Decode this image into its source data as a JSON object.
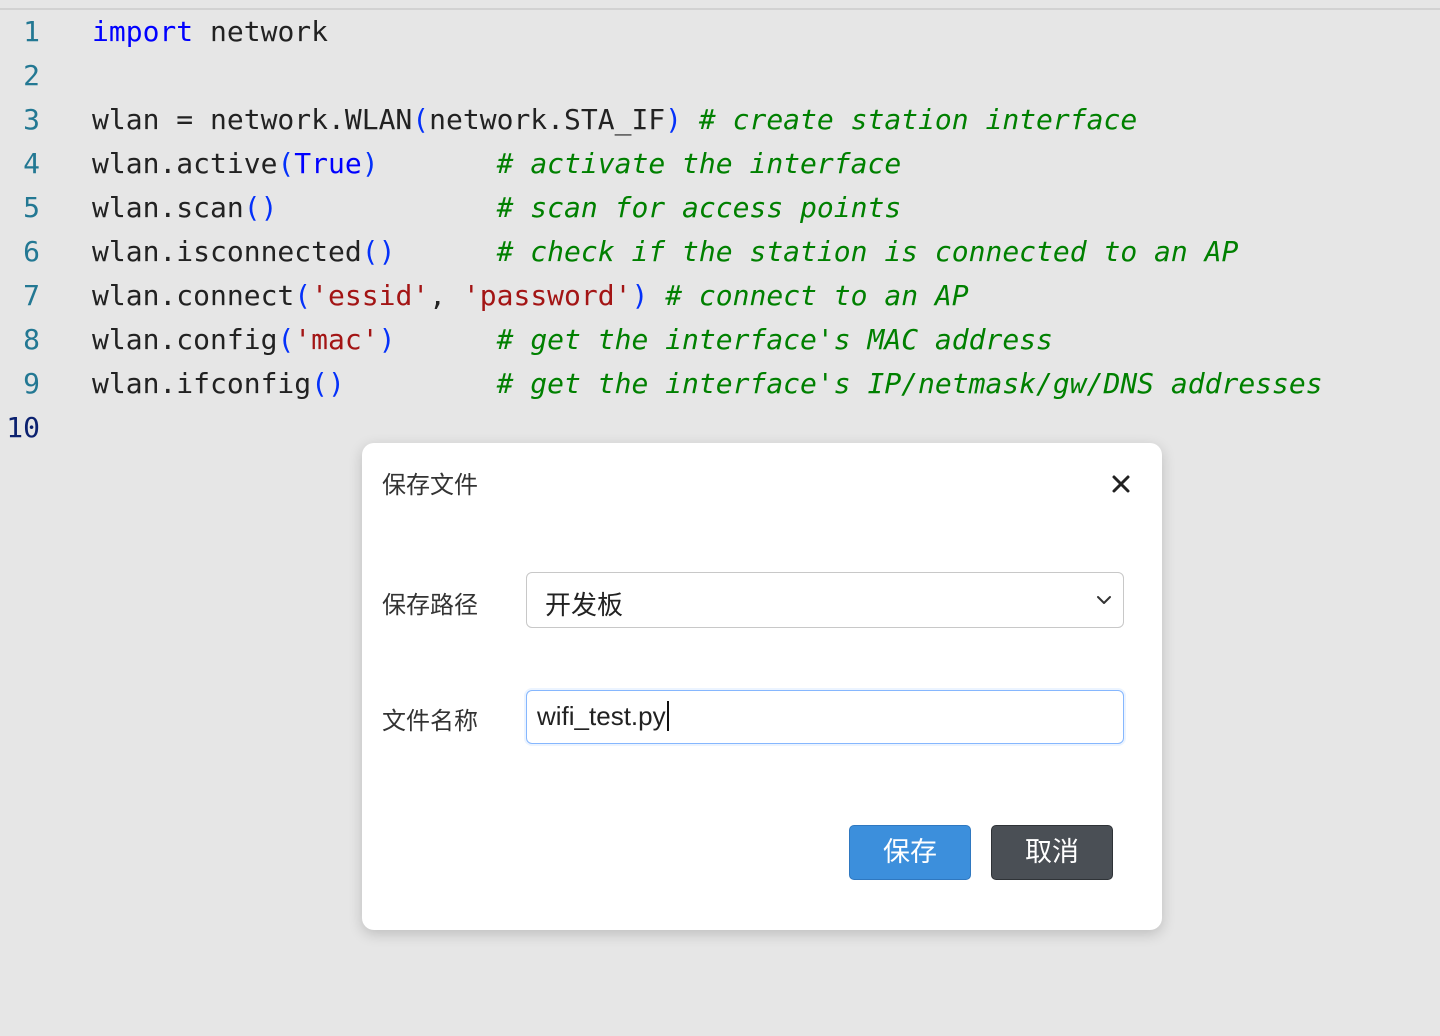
{
  "editor": {
    "lines": [
      {
        "number": "1",
        "tokens": [
          {
            "t": "kw",
            "v": "import"
          },
          {
            "t": "id",
            "v": " network"
          }
        ]
      },
      {
        "number": "2",
        "tokens": []
      },
      {
        "number": "3",
        "tokens": [
          {
            "t": "id",
            "v": "wlan = network.WLAN"
          },
          {
            "t": "br",
            "v": "("
          },
          {
            "t": "id",
            "v": "network.STA_IF"
          },
          {
            "t": "br",
            "v": ")"
          },
          {
            "t": "id",
            "v": " "
          },
          {
            "t": "com",
            "v": "# create station interface"
          }
        ]
      },
      {
        "number": "4",
        "tokens": [
          {
            "t": "id",
            "v": "wlan.active"
          },
          {
            "t": "br",
            "v": "("
          },
          {
            "t": "kw",
            "v": "True"
          },
          {
            "t": "br",
            "v": ")"
          },
          {
            "t": "id",
            "v": "       "
          },
          {
            "t": "com",
            "v": "# activate the interface"
          }
        ]
      },
      {
        "number": "5",
        "tokens": [
          {
            "t": "id",
            "v": "wlan.scan"
          },
          {
            "t": "br",
            "v": "()"
          },
          {
            "t": "id",
            "v": "             "
          },
          {
            "t": "com",
            "v": "# scan for access points"
          }
        ]
      },
      {
        "number": "6",
        "tokens": [
          {
            "t": "id",
            "v": "wlan.isconnected"
          },
          {
            "t": "br",
            "v": "()"
          },
          {
            "t": "id",
            "v": "      "
          },
          {
            "t": "com",
            "v": "# check if the station is connected to an AP"
          }
        ]
      },
      {
        "number": "7",
        "tokens": [
          {
            "t": "id",
            "v": "wlan.connect"
          },
          {
            "t": "br",
            "v": "("
          },
          {
            "t": "str",
            "v": "'essid'"
          },
          {
            "t": "id",
            "v": ", "
          },
          {
            "t": "str",
            "v": "'password'"
          },
          {
            "t": "br",
            "v": ")"
          },
          {
            "t": "id",
            "v": " "
          },
          {
            "t": "com",
            "v": "# connect to an AP"
          }
        ]
      },
      {
        "number": "8",
        "tokens": [
          {
            "t": "id",
            "v": "wlan.config"
          },
          {
            "t": "br",
            "v": "("
          },
          {
            "t": "str",
            "v": "'mac'"
          },
          {
            "t": "br",
            "v": ")"
          },
          {
            "t": "id",
            "v": "      "
          },
          {
            "t": "com",
            "v": "# get the interface's MAC address"
          }
        ]
      },
      {
        "number": "9",
        "tokens": [
          {
            "t": "id",
            "v": "wlan.ifconfig"
          },
          {
            "t": "br",
            "v": "()"
          },
          {
            "t": "id",
            "v": "         "
          },
          {
            "t": "com",
            "v": "# get the interface's IP/netmask/gw/DNS addresses"
          }
        ]
      },
      {
        "number": "10",
        "tokens": []
      }
    ]
  },
  "dialog": {
    "title": "保存文件",
    "path_label": "保存路径",
    "path_value": "开发板",
    "name_label": "文件名称",
    "name_value": "wifi_test.py",
    "save_label": "保存",
    "cancel_label": "取消"
  },
  "colors": {
    "background": "#e6e6e6",
    "line_number": "#237893",
    "keyword": "#0000ff",
    "bracket": "#0431fa",
    "string": "#a31515",
    "comment": "#008000",
    "save_button": "#3c8fdc",
    "cancel_button": "#4a4f55"
  }
}
